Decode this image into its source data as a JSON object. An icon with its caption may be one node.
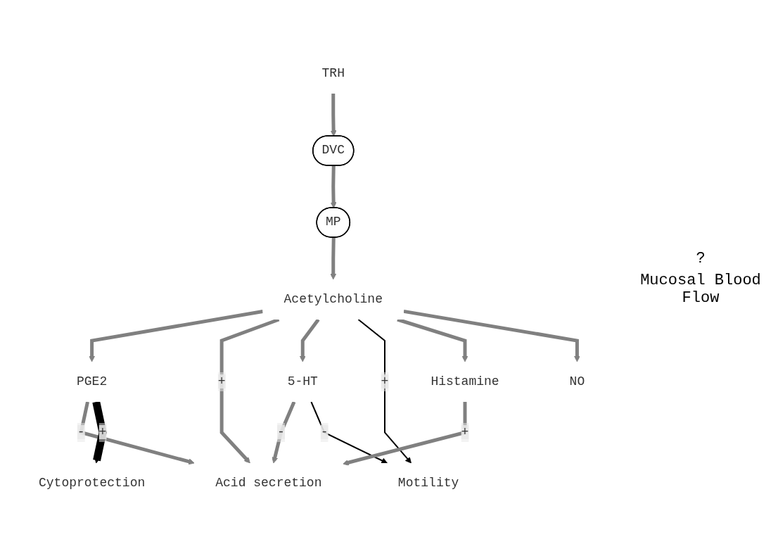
{
  "diagram": {
    "nodes": [
      {
        "text": [
          "TRH"
        ]
      },
      {
        "text": [
          "DVC"
        ]
      },
      {
        "text": [
          "MP"
        ]
      },
      {
        "text": [
          "Acetylcholine"
        ]
      },
      {
        "text": [
          "PGE2"
        ]
      },
      {
        "text": [
          "5-HT"
        ]
      },
      {
        "text": [
          "Histamine"
        ]
      },
      {
        "text": [
          "NO"
        ]
      },
      {
        "text": [
          "Acid secretion"
        ]
      },
      {
        "text": [
          "Cytoprotection"
        ]
      },
      {
        "text": [
          "Motility"
        ]
      }
    ],
    "edges": [
      {
        "from": 0,
        "to": 1,
        "arrow": "to"
      },
      {
        "from": 1,
        "to": 2,
        "arrow": "to"
      },
      {
        "from": 2,
        "to": 3,
        "arrow": "to"
      },
      {
        "from": 3,
        "to": 4,
        "arrow": "to"
      },
      {
        "from": 3,
        "to": 8,
        "arrow": "to",
        "label": "+"
      },
      {
        "from": 3,
        "to": 5,
        "arrow": "to"
      },
      {
        "from": 3,
        "to": 10,
        "arrow": "to",
        "label": "+",
        "color": "#000000"
      },
      {
        "from": 3,
        "to": 6,
        "arrow": "to"
      },
      {
        "from": 3,
        "to": 7,
        "arrow": "to"
      },
      {
        "from": 4,
        "to": 8,
        "arrow": "to",
        "label": "-"
      },
      {
        "from": 4,
        "to": 9,
        "arrow": "to",
        "label": "+",
        "style": "thick",
        "color": "#000000"
      },
      {
        "from": 5,
        "to": 8,
        "arrow": "to",
        "label": "-"
      },
      {
        "from": 5,
        "to": 10,
        "arrow": "to",
        "label": "-",
        "color": "#000000"
      },
      {
        "from": 6,
        "to": 8,
        "arrow": "to",
        "label": "+"
      }
    ],
    "labels": [
      "?",
      "Mucosal Blood Flow"
    ]
  }
}
